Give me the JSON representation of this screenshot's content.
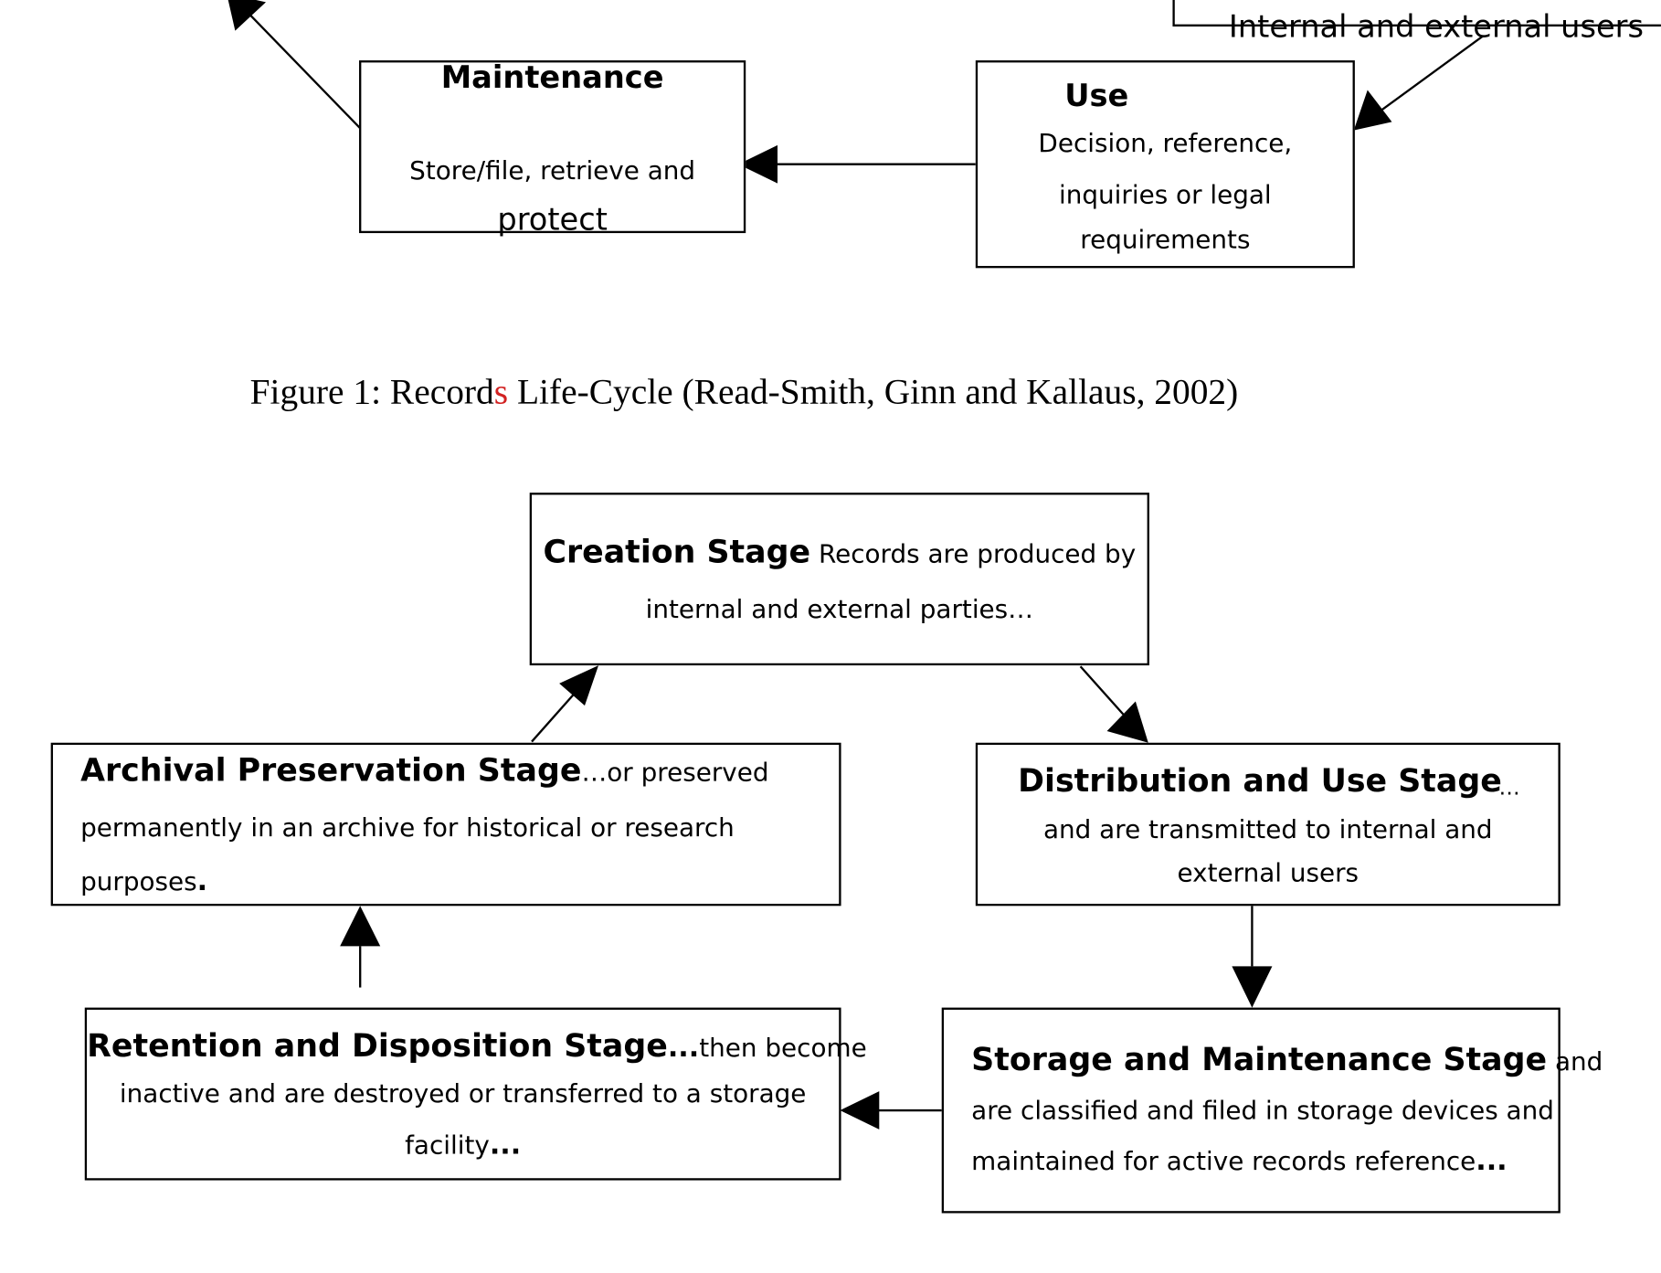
{
  "top": {
    "partial_label": "Internal and external users",
    "maintenance": {
      "title": "Maintenance",
      "line1": "Store/file, retrieve and",
      "line2": "protect"
    },
    "use": {
      "title": "Use",
      "line1": "Decision, reference,",
      "line2": "inquiries or legal",
      "line3": "requirements"
    }
  },
  "caption": {
    "pre": "Figure 1: Record",
    "red": "s",
    "post": " Life-Cycle (Read-Smith, Ginn and Kallaus, 2002)",
    "red_color": "#d22222"
  },
  "stages": {
    "creation": {
      "title": "Creation Stage",
      "rest": " Records are produced by",
      "line2": "internal and external parties…"
    },
    "distribution": {
      "title": "Distribution and Use Stage",
      "ellipsis": "…",
      "line2": "and are transmitted to internal and",
      "line3": "external users"
    },
    "storage": {
      "title": "Storage and Maintenance Stage",
      "rest": " and",
      "line2": "are classified and filed in storage devices and",
      "line3": "maintained for active records reference",
      "end": "..."
    },
    "retention": {
      "title": "Retention and Disposition Stage",
      "dots": "...",
      "rest": "then become",
      "line2": "inactive and are destroyed or transferred to a storage",
      "line3": "facility",
      "end": "..."
    },
    "archival": {
      "title": "Archival Preservation Stage",
      "rest": "…or preserved",
      "line2": "permanently in an archive for historical or research",
      "line3": "purposes",
      "end": "."
    }
  }
}
